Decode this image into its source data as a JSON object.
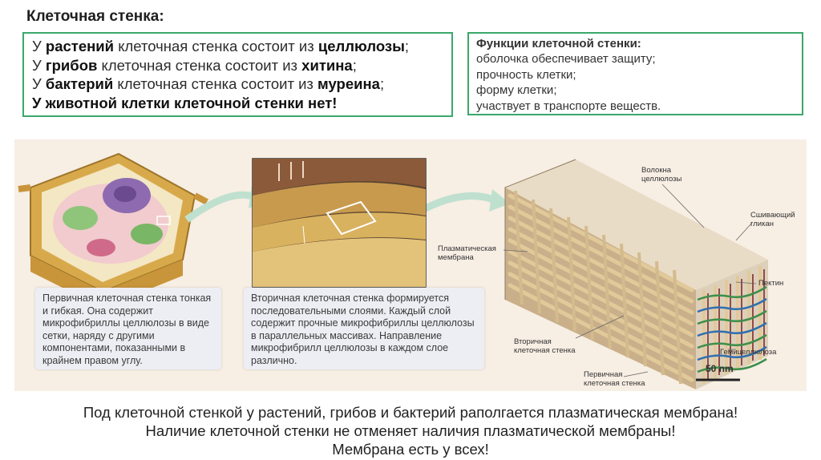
{
  "title": "Клеточная стенка:",
  "composition": {
    "plants": {
      "prefix": "У ",
      "who": "растений",
      "middle": " клеточная стенка состоит из ",
      "what": "целлюлозы",
      "end": ";"
    },
    "fungi": {
      "prefix": "У ",
      "who": "грибов",
      "middle": " клеточная стенка состоит из ",
      "what": "хитина",
      "end": ";"
    },
    "bacteria": {
      "prefix": "У ",
      "who": "бактерий",
      "middle": " клеточная стенка состоит из ",
      "what": "муреина",
      "end": ";"
    },
    "animals": "У животной клетки клеточной стенки нет!"
  },
  "functions": {
    "title": "Функции клеточной стенки:",
    "items": [
      "оболочка обеспечивает защиту;",
      "прочность клетки;",
      "форму клетки;",
      "участвует в транспорте веществ."
    ]
  },
  "figure": {
    "caption_primary": "Первичная клеточная стенка тонкая и гибкая. Она содержит микрофибриллы целлюлозы в виде сетки, наряду с другими компонентами, показанными в крайнем правом углу.",
    "caption_secondary": "Вторичная клеточная стенка формируется последовательными слоями. Каждый слой содержит прочные микрофибриллы целлюлозы в параллельных массивах. Направление микрофибрилл целлюлозы в каждом слое различно.",
    "labels": {
      "cellulose_fibers": [
        "Волокна",
        "целлюлозы"
      ],
      "crosslinking_glycan": [
        "Сшивающий",
        "гликан"
      ],
      "plasma_membrane": [
        "Плазматическая",
        "мембрана"
      ],
      "pectin": "Пектин",
      "secondary_wall": [
        "Вторичная",
        "клеточная стенка"
      ],
      "hemicellulose": "Гемицеллюлоза",
      "primary_wall": [
        "Первичная",
        "клеточная стенка"
      ],
      "scale": "50 nm"
    },
    "colors": {
      "fiber": "#e2c99a",
      "pectin": "#2f6fb0",
      "glycan": "#7a1f24",
      "hemicellulose": "#3d8f4a"
    }
  },
  "bottom": [
    "Под клеточной стенкой у растений, грибов и бактерий раполгается плазматическая мембрана!",
    "Наличие клеточной стенки не отменяет наличия плазматической мембраны!",
    "Мембрана есть у всех!"
  ]
}
